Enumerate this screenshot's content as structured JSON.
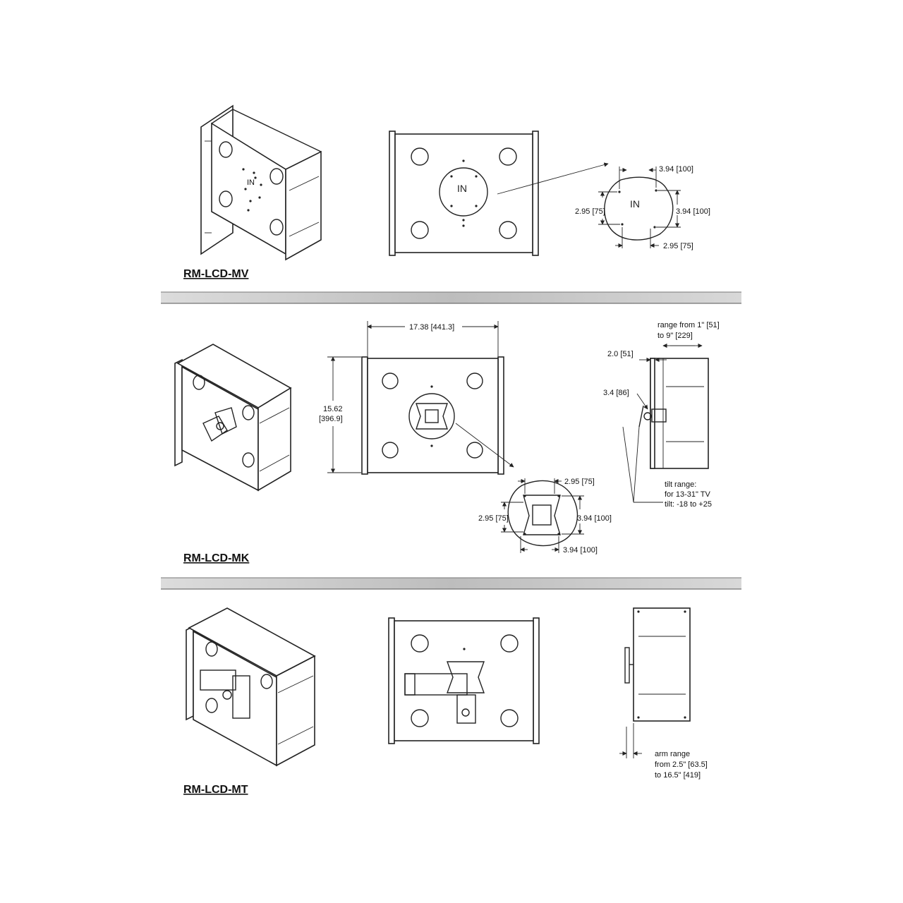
{
  "sections": [
    {
      "model": "RM-LCD-MV",
      "center_label": "IN",
      "detail_label": "IN",
      "dims": [
        "3.94 [100]",
        "2.95 [75]",
        "3.94 [100]",
        "2.95 [75]"
      ]
    },
    {
      "model": "RM-LCD-MK",
      "width": "17.38 [441.3]",
      "height_line1": "15.62",
      "height_line2": "[396.9]",
      "side_range_line1": "range from 1\" [51]",
      "side_range_line2": "to 9\" [229]",
      "side_dim_a": "2.0 [51]",
      "side_dim_b": "3.4 [86]",
      "tilt_line1": "tilt range:",
      "tilt_line2": "for 13-31\" TV",
      "tilt_line3": "tilt: -18 to +25",
      "dims": [
        "2.95 [75]",
        "2.95 [75]",
        "3.94 [100]",
        "3.94 [100]"
      ]
    },
    {
      "model": "RM-LCD-MT",
      "arm_line1": "arm range",
      "arm_line2": "from 2.5\" [63.5]",
      "arm_line3": "to 16.5\" [419]"
    }
  ]
}
